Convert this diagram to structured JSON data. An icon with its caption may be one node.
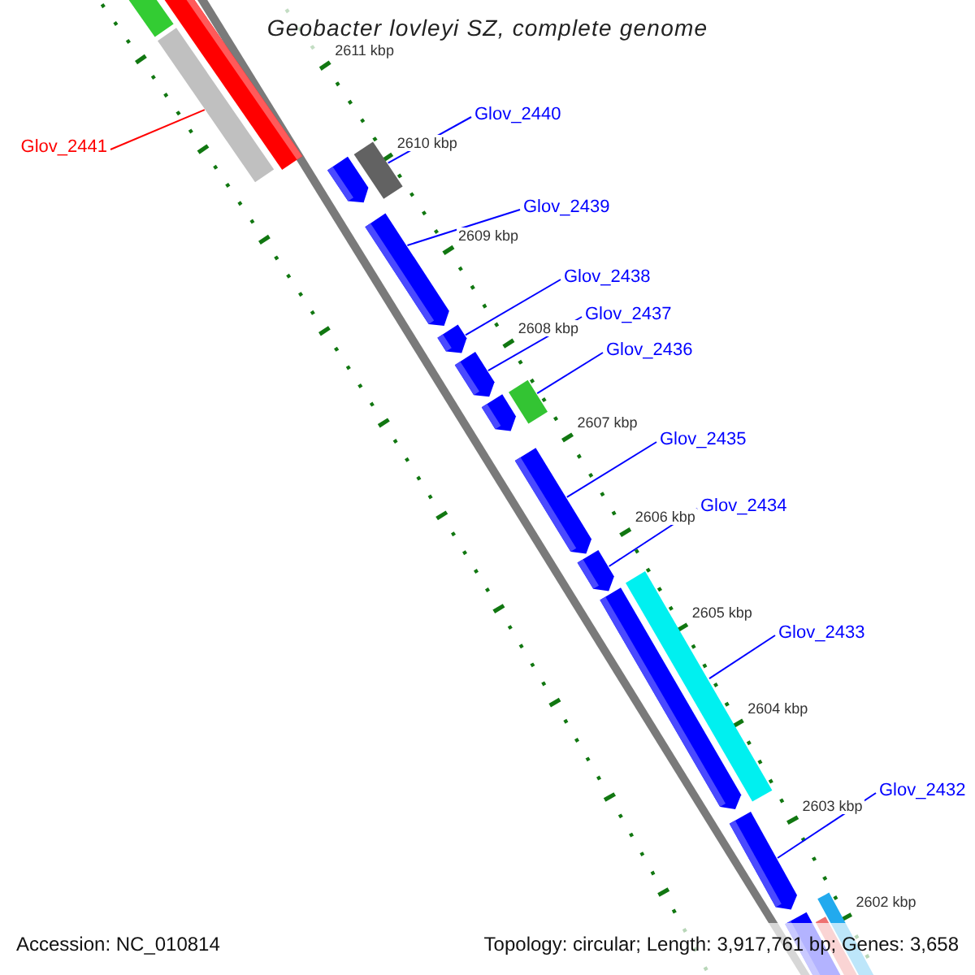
{
  "diagram": {
    "title": "Geobacter lovleyi SZ, complete genome",
    "nodes": [
      {
        "text": [
          "Glov_2440"
        ]
      },
      {
        "text": [
          "Glov_2441"
        ]
      },
      {
        "text": [
          "Glov_2439"
        ]
      },
      {
        "text": [
          "Glov_2438"
        ]
      },
      {
        "text": [
          "Glov_2437"
        ]
      },
      {
        "text": [
          "Glov_2436"
        ]
      },
      {
        "text": [
          "Glov_2435"
        ]
      },
      {
        "text": [
          "Glov_2434"
        ]
      },
      {
        "text": [
          "Glov_2433"
        ]
      },
      {
        "text": [
          "Glov_2432"
        ]
      },
      {
        "text": [],
        "shape": "bar"
      },
      {
        "text": [],
        "shape": "bar"
      },
      {
        "text": [],
        "shape": "pentagon"
      },
      {
        "text": [],
        "shape": "pentagon"
      },
      {
        "text": [],
        "shape": "pentagon"
      },
      {
        "text": [],
        "shape": "pentagon"
      },
      {
        "text": [],
        "shape": "pentagon"
      },
      {
        "text": [],
        "shape": "pentagon"
      },
      {
        "text": [],
        "shape": "pentagon"
      },
      {
        "text": [],
        "shape": "pentagon"
      },
      {
        "text": [],
        "shape": "pentagon"
      },
      {
        "text": [],
        "shape": "bar"
      },
      {
        "text": [],
        "shape": "bar"
      },
      {
        "text": [],
        "shape": "bar"
      }
    ],
    "edges": [
      {
        "from": 0,
        "to": 12,
        "arrow": "none"
      },
      {
        "from": 1,
        "to": 11,
        "arrow": "none",
        "color": "#ff0000"
      },
      {
        "from": 2,
        "to": 13,
        "arrow": "none"
      },
      {
        "from": 3,
        "to": 14,
        "arrow": "none"
      },
      {
        "from": 4,
        "to": 15,
        "arrow": "none"
      },
      {
        "from": 5,
        "to": 16,
        "arrow": "none"
      },
      {
        "from": 6,
        "to": 17,
        "arrow": "none"
      },
      {
        "from": 7,
        "to": 18,
        "arrow": "none"
      },
      {
        "from": 8,
        "to": 19,
        "arrow": "none"
      },
      {
        "from": 9,
        "to": 20,
        "arrow": "none"
      }
    ],
    "labels": [
      "2611 kbp",
      "2610 kbp",
      "2609 kbp",
      "2608 kbp",
      "2607 kbp",
      "2606 kbp",
      "2605 kbp",
      "2604 kbp",
      "2603 kbp",
      "2602 kbp",
      "Accession: NC_010814",
      "Topology: circular; Length: 3,917,761 bp; Genes: 3,658"
    ]
  }
}
